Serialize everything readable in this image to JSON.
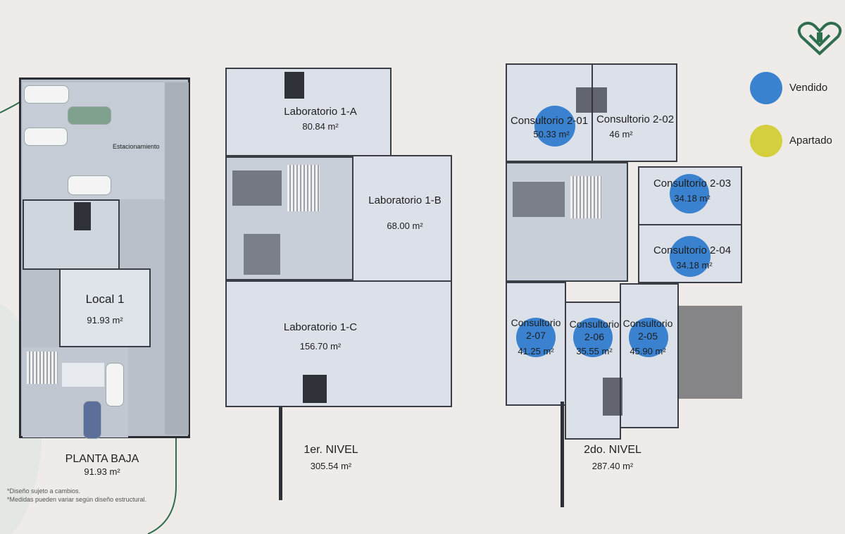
{
  "logo": {
    "icon": "leaf-heart-logo",
    "color": "#2f6e4e"
  },
  "legend": [
    {
      "label": "Vendido",
      "color": "#3a82cf"
    },
    {
      "label": "Apartado",
      "color": "#d4cf3f"
    }
  ],
  "planta_baja": {
    "estacionamiento": "Estacionamiento",
    "local_label": "Local 1",
    "local_area": "91.93 m²",
    "caption_title": "PLANTA BAJA",
    "caption_area": "91.93 m²"
  },
  "nivel1": {
    "rooms": [
      {
        "name": "Laboratorio 1-A",
        "area": "80.84 m²"
      },
      {
        "name": "Laboratorio 1-B",
        "area": "68.00 m²"
      },
      {
        "name": "Laboratorio 1-C",
        "area": "156.70 m²"
      }
    ],
    "caption_title": "1er. NIVEL",
    "caption_area": "305.54 m²"
  },
  "nivel2": {
    "rooms": [
      {
        "name": "Consultorio 2-01",
        "area": "50.33 m²",
        "status": "Vendido"
      },
      {
        "name": "Consultorio 2-02",
        "area": "46 m²",
        "status": ""
      },
      {
        "name": "Consultorio 2-03",
        "area": "34.18 m²",
        "status": "Vendido"
      },
      {
        "name": "Consultorio 2-04",
        "area": "34.18 m²",
        "status": "Vendido"
      },
      {
        "name": "Consultorio",
        "name2": "2-07",
        "area": "41.25 m²",
        "status": "Vendido"
      },
      {
        "name": "Consultorio",
        "name2": "2-06",
        "area": "35.55 m²",
        "status": "Vendido"
      },
      {
        "name": "Consultorio",
        "name2": "2-05",
        "area": "45.90 m²",
        "status": "Vendido"
      }
    ],
    "caption_title": "2do. NIVEL",
    "caption_area": "287.40 m²"
  },
  "notes": [
    "*Diseño sujeto a cambios.",
    "*Medidas pueden variar según diseño estructural."
  ]
}
